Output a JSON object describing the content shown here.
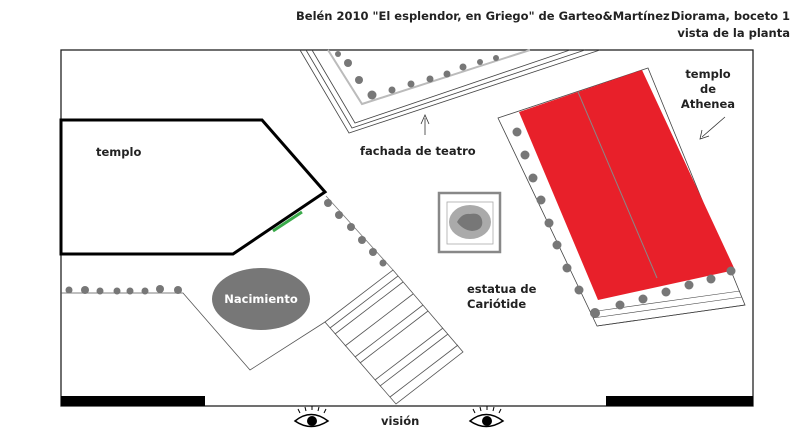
{
  "title": "Belén 2010 \"El esplendor, en Griego\" de Garteo&Martínez",
  "subtitle_line1": "Diorama, boceto 1",
  "subtitle_line2": "vista de la planta",
  "labels": {
    "templo": "templo",
    "fachada": "fachada de teatro",
    "athena_1": "templo",
    "athena_2": "de",
    "athena_3": "Athenea",
    "nacimiento": "Nacimiento",
    "estatua_1": "estatua de",
    "estatua_2": "Cariótide",
    "vision": "visión"
  },
  "colors": {
    "temple_red": "#e8202a",
    "column_gray": "#7a7a7a",
    "accent_green": "#3aaa4a"
  }
}
